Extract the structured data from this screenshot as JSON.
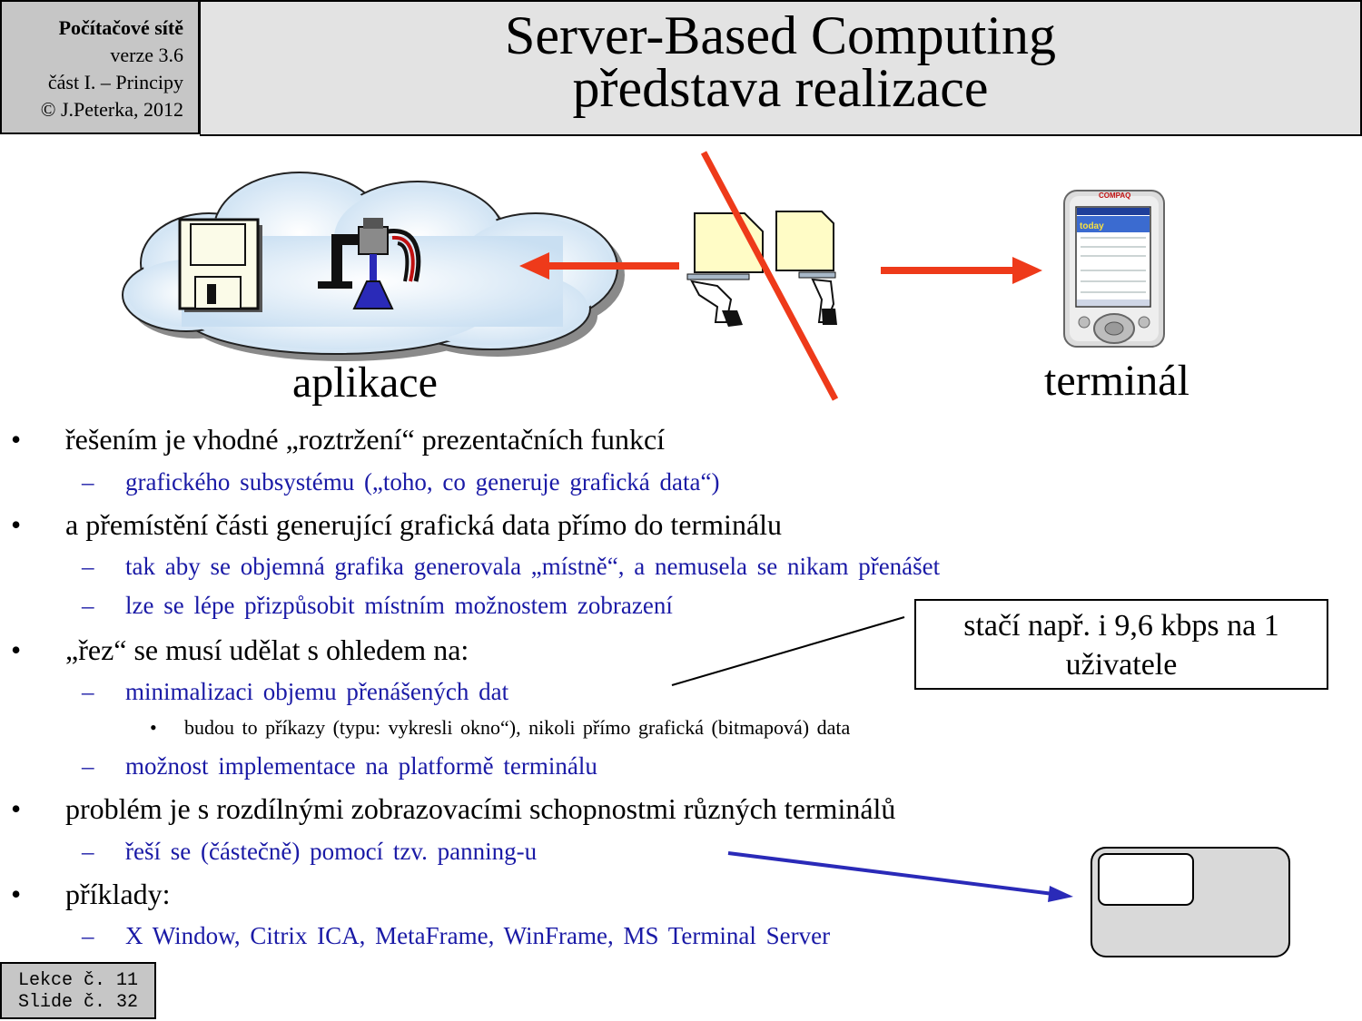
{
  "header": {
    "course": "Počítačové sítě",
    "version": "verze 3.6",
    "part": "část I.  –  Principy",
    "copyright": "© J.Peterka, 2012",
    "title_line1": "Server-Based Computing",
    "title_line2": "představa realizace"
  },
  "diagram": {
    "left_label": "aplikace",
    "right_label": "terminál",
    "pda_brand": "COMPAQ",
    "pda_screen_header": "today"
  },
  "bullets": [
    {
      "text": "řešením je vhodné „roztržení“ prezentačních funkcí",
      "subs": [
        {
          "text": "grafického subsystému („toho, co generuje grafická data“)"
        }
      ]
    },
    {
      "text": "a přemístění části generující grafická data přímo do terminálu",
      "subs": [
        {
          "text": "tak aby se objemná grafika generovala „místně“, a nemusela se nikam přenášet"
        },
        {
          "text": "lze se lépe přizpůsobit místním možnostem zobrazení"
        }
      ]
    },
    {
      "text": "„řez“ se musí udělat s ohledem na:",
      "subs": [
        {
          "text": "minimalizaci objemu přenášených dat",
          "subs": [
            {
              "text": "budou to příkazy (typu: vykresli okno“), nikoli přímo grafická (bitmapová) data"
            }
          ]
        },
        {
          "text": "možnost implementace na platformě terminálu"
        }
      ]
    },
    {
      "text": "problém je s rozdílnými zobrazovacími schopnostmi různých terminálů",
      "subs": [
        {
          "text": "řeší se (částečně) pomocí tzv. panning-u"
        }
      ]
    },
    {
      "text": "příklady:",
      "subs": [
        {
          "text": "X Window, Citrix ICA, MetaFrame, WinFrame, MS Terminal Server"
        }
      ]
    }
  ],
  "note": {
    "line1": "stačí např. i 9,6 kbps na 1",
    "line2": "uživatele"
  },
  "footer": {
    "lecture": "Lekce č. 11",
    "slide": "Slide č. 32"
  },
  "bullet_symbol": "•",
  "dash_symbol": "–",
  "colors": {
    "header_bg": "#c6c6c6",
    "title_bg": "#e3e3e3",
    "sub_text": "#1a1aa6",
    "red_arrow": "#ee3a1a",
    "blue_arrow": "#2a2ab8",
    "cloud": "#e8f2fb"
  }
}
